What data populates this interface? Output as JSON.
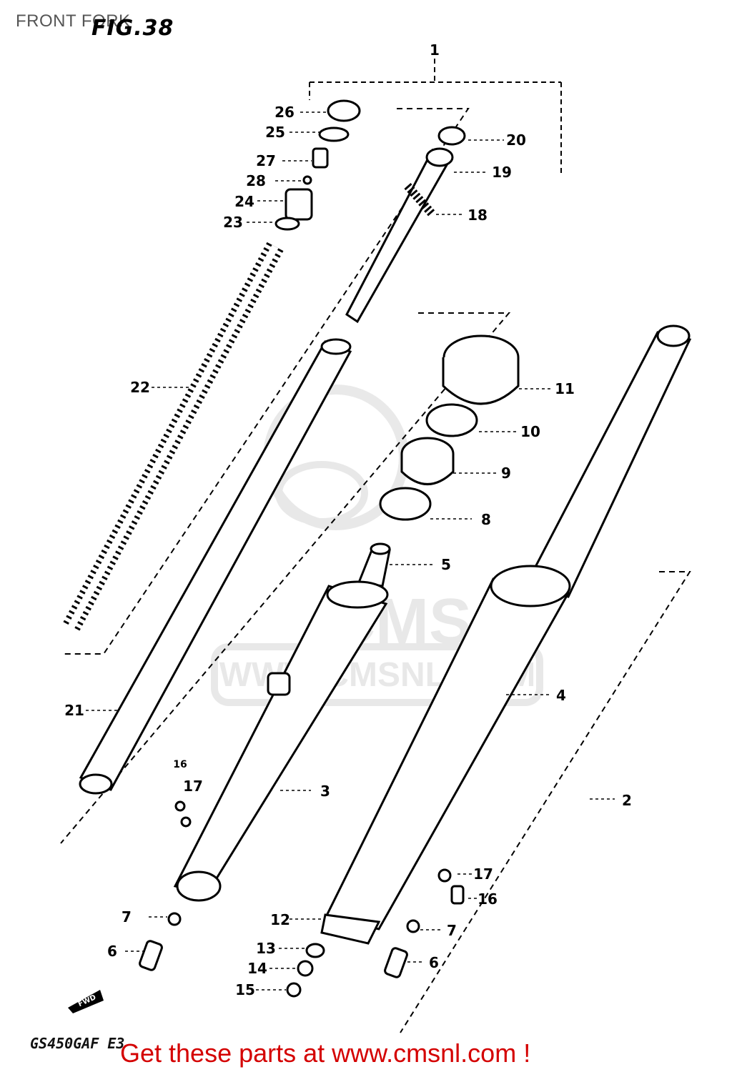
{
  "header": {
    "section_title": "FRONT FORK",
    "figure_label": "FIG.38"
  },
  "model_code": "GS450GAF  E3",
  "watermark": {
    "site": "WWW.CMSNL.COM",
    "brand": "CMS"
  },
  "fwd_label": "FWD",
  "footer": {
    "promo": "Get these parts at www.cmsnl.com !",
    "color": "#d40000"
  },
  "callouts": [
    "1",
    "2",
    "3",
    "4",
    "5",
    "6",
    "6",
    "7",
    "7",
    "8",
    "9",
    "10",
    "11",
    "12",
    "13",
    "14",
    "15",
    "16",
    "16",
    "17",
    "17",
    "18",
    "19",
    "20",
    "21",
    "22",
    "23",
    "24",
    "25",
    "26",
    "27",
    "28"
  ]
}
